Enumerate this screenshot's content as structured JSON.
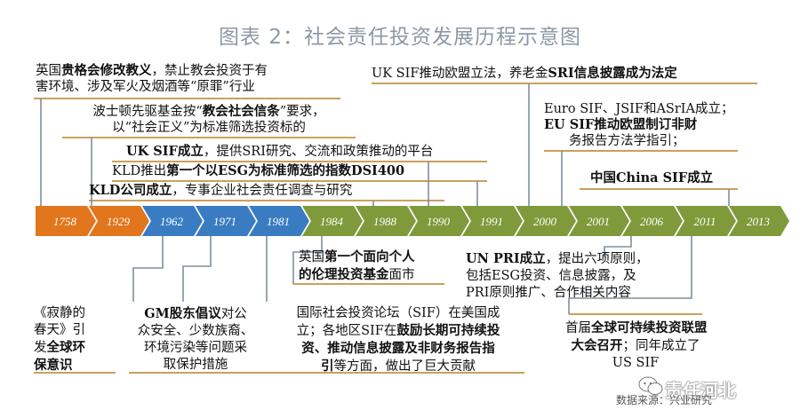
{
  "title": "图表 2：社会责任投资发展历程示意图",
  "years": [
    "1758",
    "1929",
    "1962",
    "1971",
    "1981",
    "1984",
    "1988",
    "1990",
    "1991",
    "2000",
    "2001",
    "2006",
    "2011",
    "2013"
  ],
  "colors": {
    "orange": "#e2761c",
    "blue": "#3a7cc2",
    "green": "#7f9a3a",
    "line_gold": "#b9802a",
    "line_orange": "#e7a23a",
    "line_gray": "#7f8f9c"
  },
  "top_notes": {
    "n1758_a": "英国",
    "n1758_b": "贵格会修改教义",
    "n1758_c": "，禁止教会投资于有",
    "n1758_d": "害环境、涉及军火及烟酒等“原罪”行业",
    "n1929_a": "波士顿先驱基金按“",
    "n1929_b": "教会社会信条",
    "n1929_c": "”要求，",
    "n1929_d": "以“社会正义”为标准筛选投资标的",
    "n1990uk_a": "UK SIF成立",
    "n1990uk_b": "，提供SRI研究、交流和政策推动的平台",
    "n1990kld_a": "KLD推出",
    "n1990kld_b": "第一个以ESG为标准筛选的指数DSI400",
    "n1988_a": "KLD公司成立",
    "n1988_b": "，专事企业社会责任调查与研究",
    "n2000_a": "UK SIF推动欧盟立法，养老金",
    "n2000_b": "SRI信息披露成为法定",
    "n2006_a": "Euro SIF、JSIF和ASrIA成立；",
    "n2006_b": "EU SIF推动欧盟制订非财",
    "n2006_c": "务报告方法学指引；",
    "n2013_a": "中国China SIF成立"
  },
  "bottom_notes": {
    "n1962_a": "《寂静的",
    "n1962_b": "春天》引",
    "n1962_c": "发",
    "n1962_d": "全球环",
    "n1962_e": "保意识",
    "n1971_a": "GM股东倡议",
    "n1971_b": "对公",
    "n1971_c": "众安全、少数族裔、",
    "n1971_d": "环境污染等问题采",
    "n1971_e": "取保护措施",
    "n1984_a": "英国",
    "n1984_b": "第一个面向个人",
    "n1984_c": "的伦理投资基金",
    "n1984_d": "面市",
    "n1981_a": "国际社会投资论坛（SIF）在美国成",
    "n1981_b": "立；各地区SIF在",
    "n1981_c": "鼓励长期可持续投",
    "n1981_d": "资、推动信息披露及非财务报告指",
    "n1981_e": "引",
    "n1981_f": "等方面，做出了巨大贡献",
    "n2006_a": "UN PRI成立",
    "n2006_b": "，提出六项原则，",
    "n2006_c": "包括ESG投资、信息披露，及",
    "n2006_d": "PRI原则推广、合作相关内容",
    "n2011_a": "首届",
    "n2011_b": "全球可持续投资联盟",
    "n2011_c": "大会召开",
    "n2011_d": "；同年成立了",
    "n2011_e": "US SIF"
  },
  "footer": {
    "source": "数据来源：兴业研究",
    "brand": "责任河北"
  }
}
